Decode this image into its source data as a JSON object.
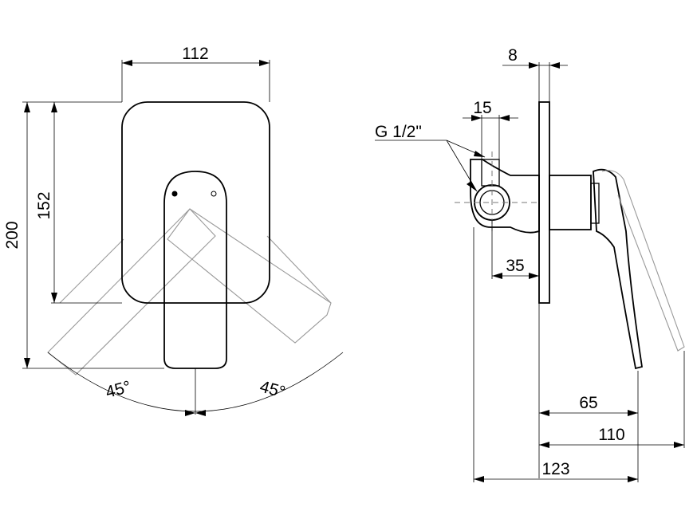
{
  "front_view": {
    "width_dim": "112",
    "height_dim_outer": "200",
    "height_dim_plate": "152",
    "angle_left": "45°",
    "angle_right": "45°"
  },
  "side_view": {
    "plate_thickness_dim": "8",
    "outlet_offset_dim": "15",
    "thread_label": "G 1/2\"",
    "body_depth_dim": "35",
    "handle_dim_65": "65",
    "handle_dim_110": "110",
    "overall_depth_dim": "123"
  }
}
